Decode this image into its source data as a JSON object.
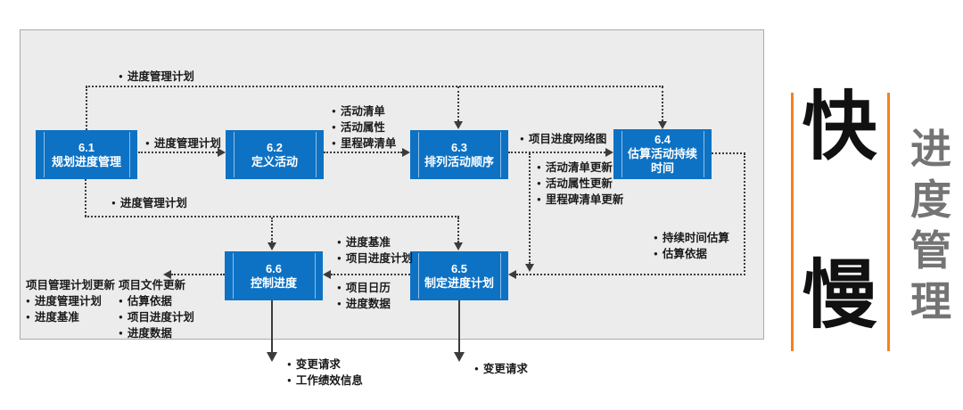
{
  "colors": {
    "box_blue": "#0D72C4",
    "line_gray": "#3B3B3B",
    "panel_bg": "#ECECEC",
    "panel_border": "#ABABAB",
    "accent_orange": "#F5821F",
    "side_title_gray": "#747474"
  },
  "boxes": [
    {
      "num": "6.1",
      "name": "规划进度管理"
    },
    {
      "num": "6.2",
      "name": "定义活动"
    },
    {
      "num": "6.3",
      "name": "排列活动顺序"
    },
    {
      "num": "6.4",
      "name": "估算活动持续时间"
    },
    {
      "num": "6.5",
      "name": "制定进度计划"
    },
    {
      "num": "6.6",
      "name": "控制进度"
    }
  ],
  "labels": {
    "top_plan": "进度管理计划",
    "plan_61_62": "进度管理计划",
    "out_62": [
      "活动清单",
      "活动属性",
      "里程碑清单"
    ],
    "network_diagram": "项目进度网络图",
    "updates_63": [
      "活动清单更新",
      "活动属性更新",
      "里程碑清单更新"
    ],
    "out_64": [
      "持续时间估算",
      "估算依据"
    ],
    "plan_loop": "进度管理计划",
    "to_66_above": [
      "进度基准",
      "项目进度计划"
    ],
    "to_66_below": [
      "项目日历",
      "进度数据"
    ],
    "pm_updates_header": "项目管理计划更新",
    "pm_updates": [
      "进度管理计划",
      "进度基准"
    ],
    "doc_updates_header": "项目文件更新",
    "doc_updates": [
      "估算依据",
      "项目进度计划",
      "进度数据"
    ],
    "out_66": [
      "变更请求",
      "工作绩效信息"
    ],
    "out_65": [
      "变更请求"
    ]
  },
  "side": {
    "fast": "快",
    "slow": "慢",
    "title": "进度管理"
  }
}
